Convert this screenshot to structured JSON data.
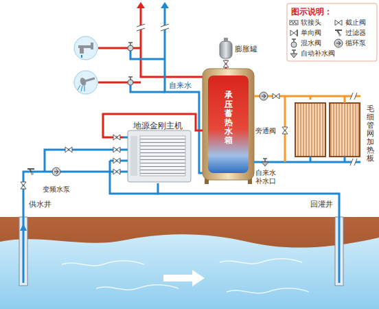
{
  "diagram": {
    "nodes": [
      {
        "text": [
          "膨胀罐"
        ]
      },
      {
        "text": [
          "承压蓄热水箱"
        ]
      },
      {
        "text": [
          "毛细管网加热板"
        ]
      },
      {
        "text": [
          "地源金刚主机"
        ]
      },
      {
        "text": [
          "变频水泵"
        ]
      },
      {
        "text": [
          "供水井"
        ]
      },
      {
        "text": [
          "回灌井"
        ]
      }
    ],
    "edges": [
      {
        "from": 5,
        "to": 4,
        "arrow": "none"
      },
      {
        "from": 4,
        "to": 3,
        "arrow": "none"
      },
      {
        "from": 3,
        "to": 6,
        "arrow": "none"
      },
      {
        "from": 3,
        "to": 1,
        "arrow": "none"
      },
      {
        "from": 1,
        "to": 2,
        "arrow": "none"
      },
      {
        "from": 0,
        "to": 1,
        "arrow": "none"
      }
    ],
    "labels": [
      "图示说明：",
      "自来水",
      "旁通阀",
      "自来水 补水口"
    ],
    "legend": [
      {
        "text": "软接头"
      },
      {
        "text": "截止阀"
      },
      {
        "text": "单向阀"
      },
      {
        "text": "过滤器"
      },
      {
        "text": "混水阀"
      },
      {
        "text": "循环泵"
      },
      {
        "text": "自动补水阀"
      }
    ]
  }
}
